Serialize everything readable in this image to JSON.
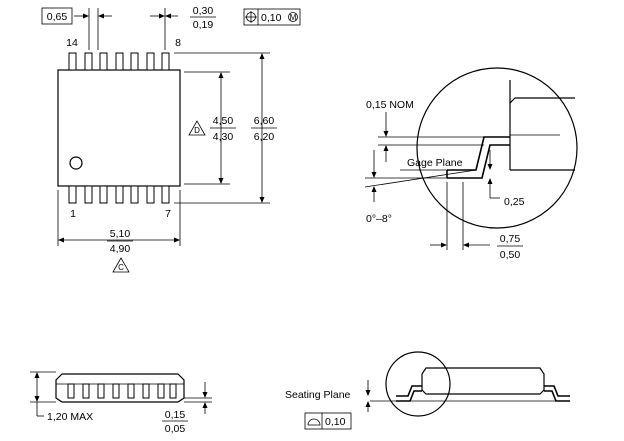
{
  "top_view": {
    "pitch": "0,65",
    "lead_width_max": "0,30",
    "lead_width_min": "0,19",
    "position_tol": "0,10",
    "position_modifier": "M",
    "pin_14": "14",
    "pin_8": "8",
    "pin_1": "1",
    "pin_7": "7",
    "body_width_max": "4,50",
    "body_width_min": "4,30",
    "body_width_datum": "D",
    "overall_width_max": "6,60",
    "overall_width_min": "6,20",
    "body_length_max": "5,10",
    "body_length_min": "4,90",
    "body_length_datum": "C"
  },
  "detail_view": {
    "lead_thickness": "0,15 NOM",
    "gage_plane": "Gage Plane",
    "gage_height": "0,25",
    "angle": "0°–8°",
    "foot_length_max": "0,75",
    "foot_length_min": "0,50"
  },
  "side_view": {
    "height_max": "1,20 MAX",
    "standoff_max": "0,15",
    "standoff_min": "0,05",
    "seating_plane": "Seating Plane",
    "coplanarity": "0,10"
  }
}
